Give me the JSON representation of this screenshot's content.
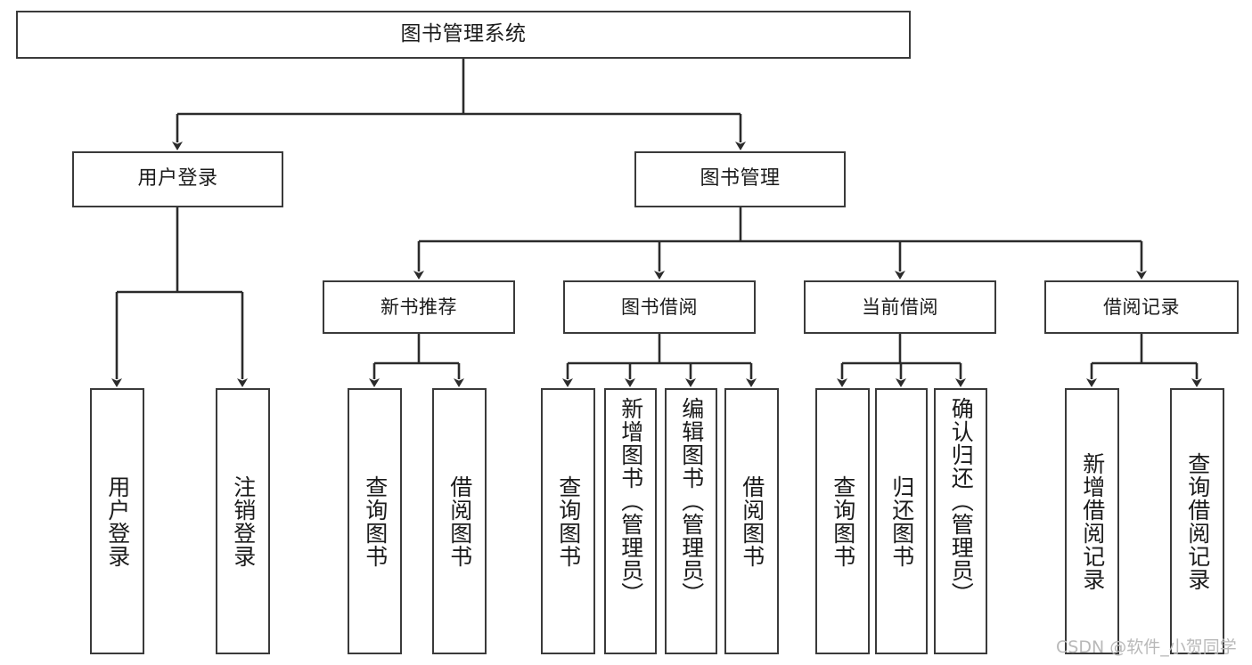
{
  "diagram": {
    "title": "图书管理系统",
    "type": "tree-hierarchy",
    "watermark": "CSDN @软件_小贺同学",
    "colors": {
      "background": "#ffffff",
      "box_border": "#3a3a3a",
      "box_fill": "#ffffff",
      "edge": "#2b2b2b",
      "text": "#1b1b1b",
      "watermark": "#b9b9b9"
    },
    "root": {
      "label": "图书管理系统"
    },
    "level2": [
      {
        "label": "用户登录"
      },
      {
        "label": "图书管理"
      }
    ],
    "level3": [
      {
        "label": "新书推荐"
      },
      {
        "label": "图书借阅"
      },
      {
        "label": "当前借阅"
      },
      {
        "label": "借阅记录"
      }
    ],
    "leaves": {
      "user_login": [
        {
          "label": "用户登录"
        },
        {
          "label": "注销登录"
        }
      ],
      "new_book_recommend": [
        {
          "label": "查询图书"
        },
        {
          "label": "借阅图书"
        }
      ],
      "book_borrow": [
        {
          "label": "查询图书"
        },
        {
          "label": "新增图书（管理员）"
        },
        {
          "label": "编辑图书（管理员）"
        },
        {
          "label": "借阅图书"
        }
      ],
      "current_borrow": [
        {
          "label": "查询图书"
        },
        {
          "label": "归还图书"
        },
        {
          "label": "确认归还（管理员）"
        }
      ],
      "borrow_record": [
        {
          "label": "新增借阅记录"
        },
        {
          "label": "查询借阅记录"
        }
      ]
    }
  }
}
